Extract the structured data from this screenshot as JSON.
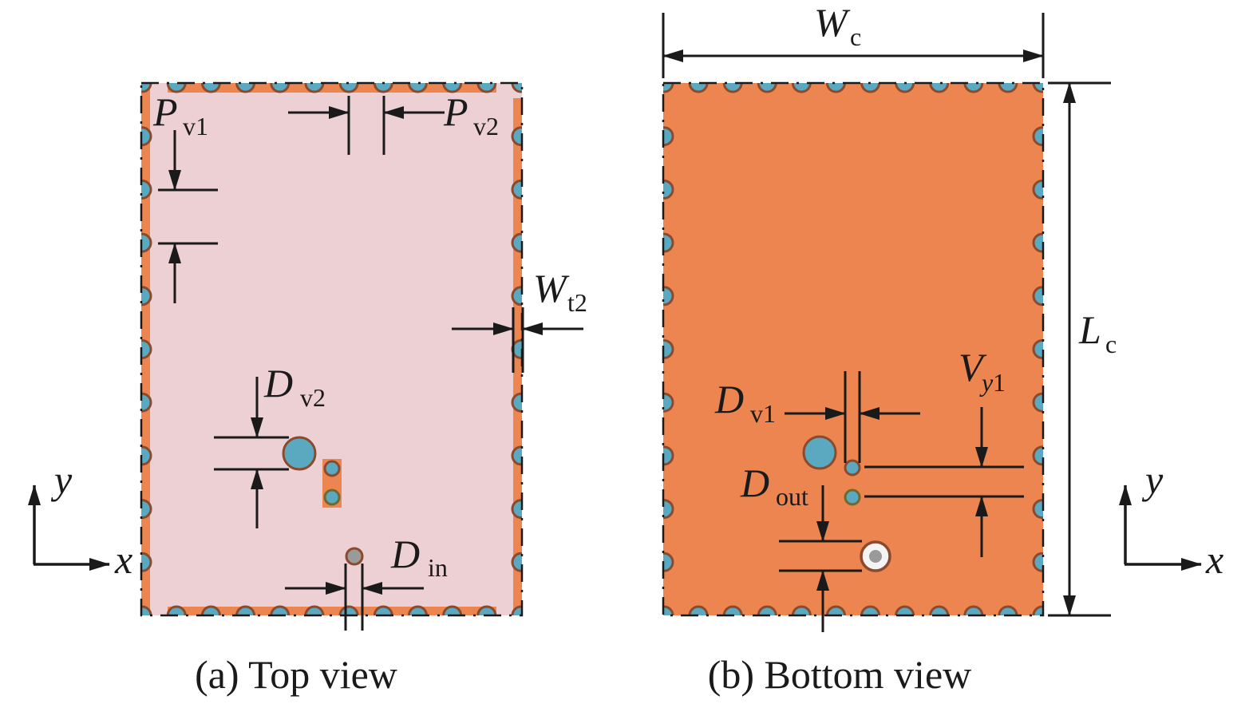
{
  "figure": {
    "panels": [
      {
        "id": "top",
        "caption": "(a) Top view"
      },
      {
        "id": "bottom",
        "caption": "(b) Bottom view"
      }
    ]
  },
  "labels": {
    "Pv1": {
      "main": "P",
      "sub": "v1"
    },
    "Pv2": {
      "main": "P",
      "sub": "v2"
    },
    "Wt2": {
      "main": "W",
      "sub": "t2"
    },
    "Dv2": {
      "main": "D",
      "sub": "v2"
    },
    "Din": {
      "main": "D",
      "sub": "in"
    },
    "Wc": {
      "main": "W",
      "sub": "c"
    },
    "Lc": {
      "main": "L",
      "sub": "c"
    },
    "Dv1": {
      "main": "D",
      "sub": "v1"
    },
    "Vy1": {
      "main": "V",
      "sub_italic": "y",
      "sub": "1"
    },
    "Dout": {
      "main": "D",
      "sub": "out"
    }
  },
  "axes": {
    "x": "x",
    "y": "y"
  },
  "vias": {
    "edge_count_horizontal": 12,
    "edge_count_vertical": 11
  },
  "colors": {
    "substrate_top": "#EDD0D4",
    "copper": "#EC854F",
    "via_fill": "#5AA9C0",
    "via_stroke": "#8B4A2C",
    "via_stroke_alt": "#6E6A2E",
    "probe_fill": "#9A9A9A",
    "coax_outer": "#F4F4F4",
    "ink": "#1a1a1a"
  }
}
